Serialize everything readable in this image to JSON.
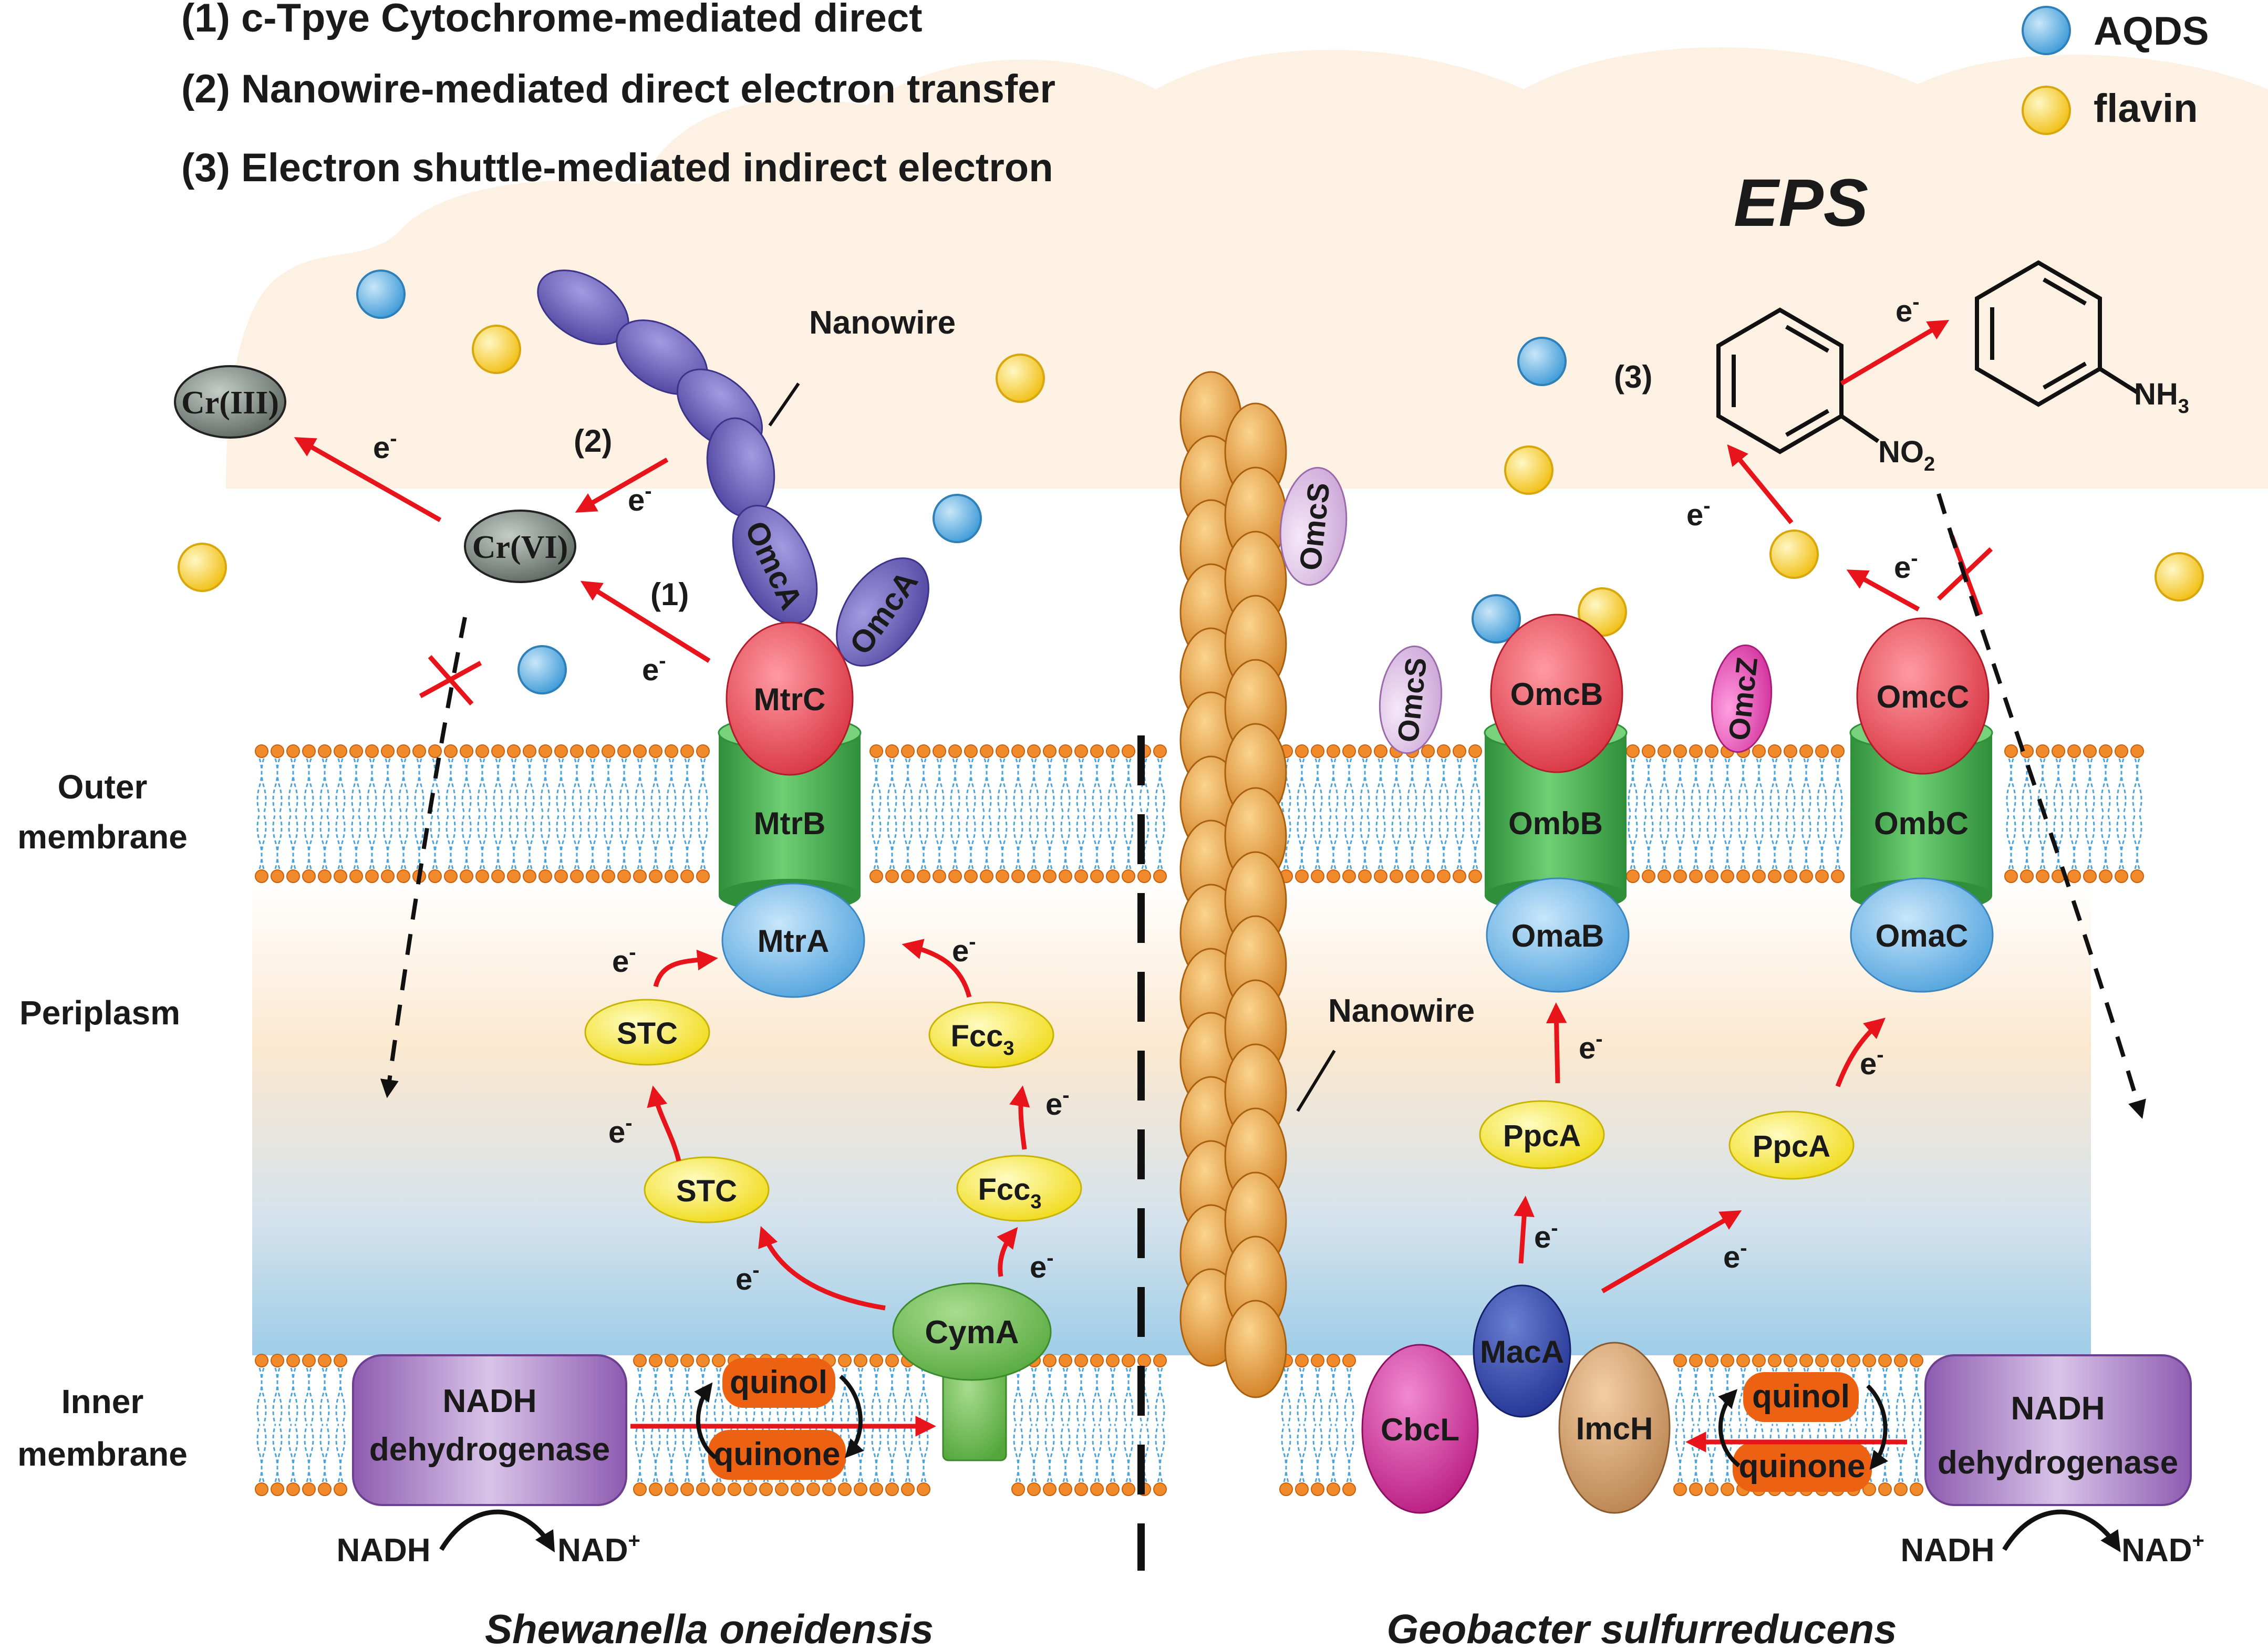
{
  "legend_lines": [
    "(1) c-Tpye Cytochrome-mediated direct",
    "(2) Nanowire-mediated direct electron transfer",
    "(3) Electron shuttle-mediated indirect electron"
  ],
  "key": {
    "aqds": "AQDS",
    "flavin": "flavin"
  },
  "eps": "EPS",
  "regions": {
    "outer_a": "Outer",
    "outer_b": "membrane",
    "periplasm": "Periplasm",
    "inner_a": "Inner",
    "inner_b": "membrane"
  },
  "organisms": {
    "left": "Shewanella oneidensis",
    "right": "Geobacter sulfurreducens"
  },
  "electron": "e",
  "minus": "-",
  "plus": "+",
  "shewanella": {
    "nanowire": "Nanowire",
    "omca": "OmcA",
    "mtrc": "MtrC",
    "mtrb": "MtrB",
    "mtra": "MtrA",
    "cr3": "Cr(III)",
    "cr6": "Cr(VI)",
    "step1": "(1)",
    "step2": "(2)",
    "stc": "STC",
    "fcc": "Fcc",
    "fcc_sub": "3",
    "cyma": "CymA",
    "quinol": "quinol",
    "quinone": "quinone",
    "nadh_dh_1": "NADH",
    "nadh_dh_2": "dehydrogenase",
    "nadh": "NADH",
    "nad": "NAD"
  },
  "geobacter": {
    "nanowire": "Nanowire",
    "omcs": "OmcS",
    "omcz": "OmcZ",
    "omcb": "OmcB",
    "ombb": "OmbB",
    "omab": "OmaB",
    "omcc": "OmcC",
    "ombc": "OmbC",
    "omac": "OmaC",
    "ppca": "PpcA",
    "maca": "MacA",
    "cbcl": "CbcL",
    "imch": "ImcH",
    "quinol": "quinol",
    "quinone": "quinone",
    "nadh_dh_1": "NADH",
    "nadh_dh_2": "dehydrogenase",
    "nadh": "NADH",
    "nad": "NAD",
    "step3": "(3)",
    "no2": "NO",
    "no2_sub": "2",
    "nh3": "NH",
    "nh3_sub": "3"
  },
  "colors": {
    "eps_fill": "#fdf1e4",
    "aqds": "#3f9bd8",
    "flavin": "#f5c81c",
    "red_cyto": "#e0414e",
    "green_barrel": "#3ca24b",
    "blue_cyto": "#62aee0",
    "yellow_cyto": "#f3e21c",
    "purple_nanowire": "#5a4fb0",
    "orange_nanowire": "#df8a2a",
    "quinone_orange": "#ec6112",
    "arrow_red": "#e8141b"
  }
}
